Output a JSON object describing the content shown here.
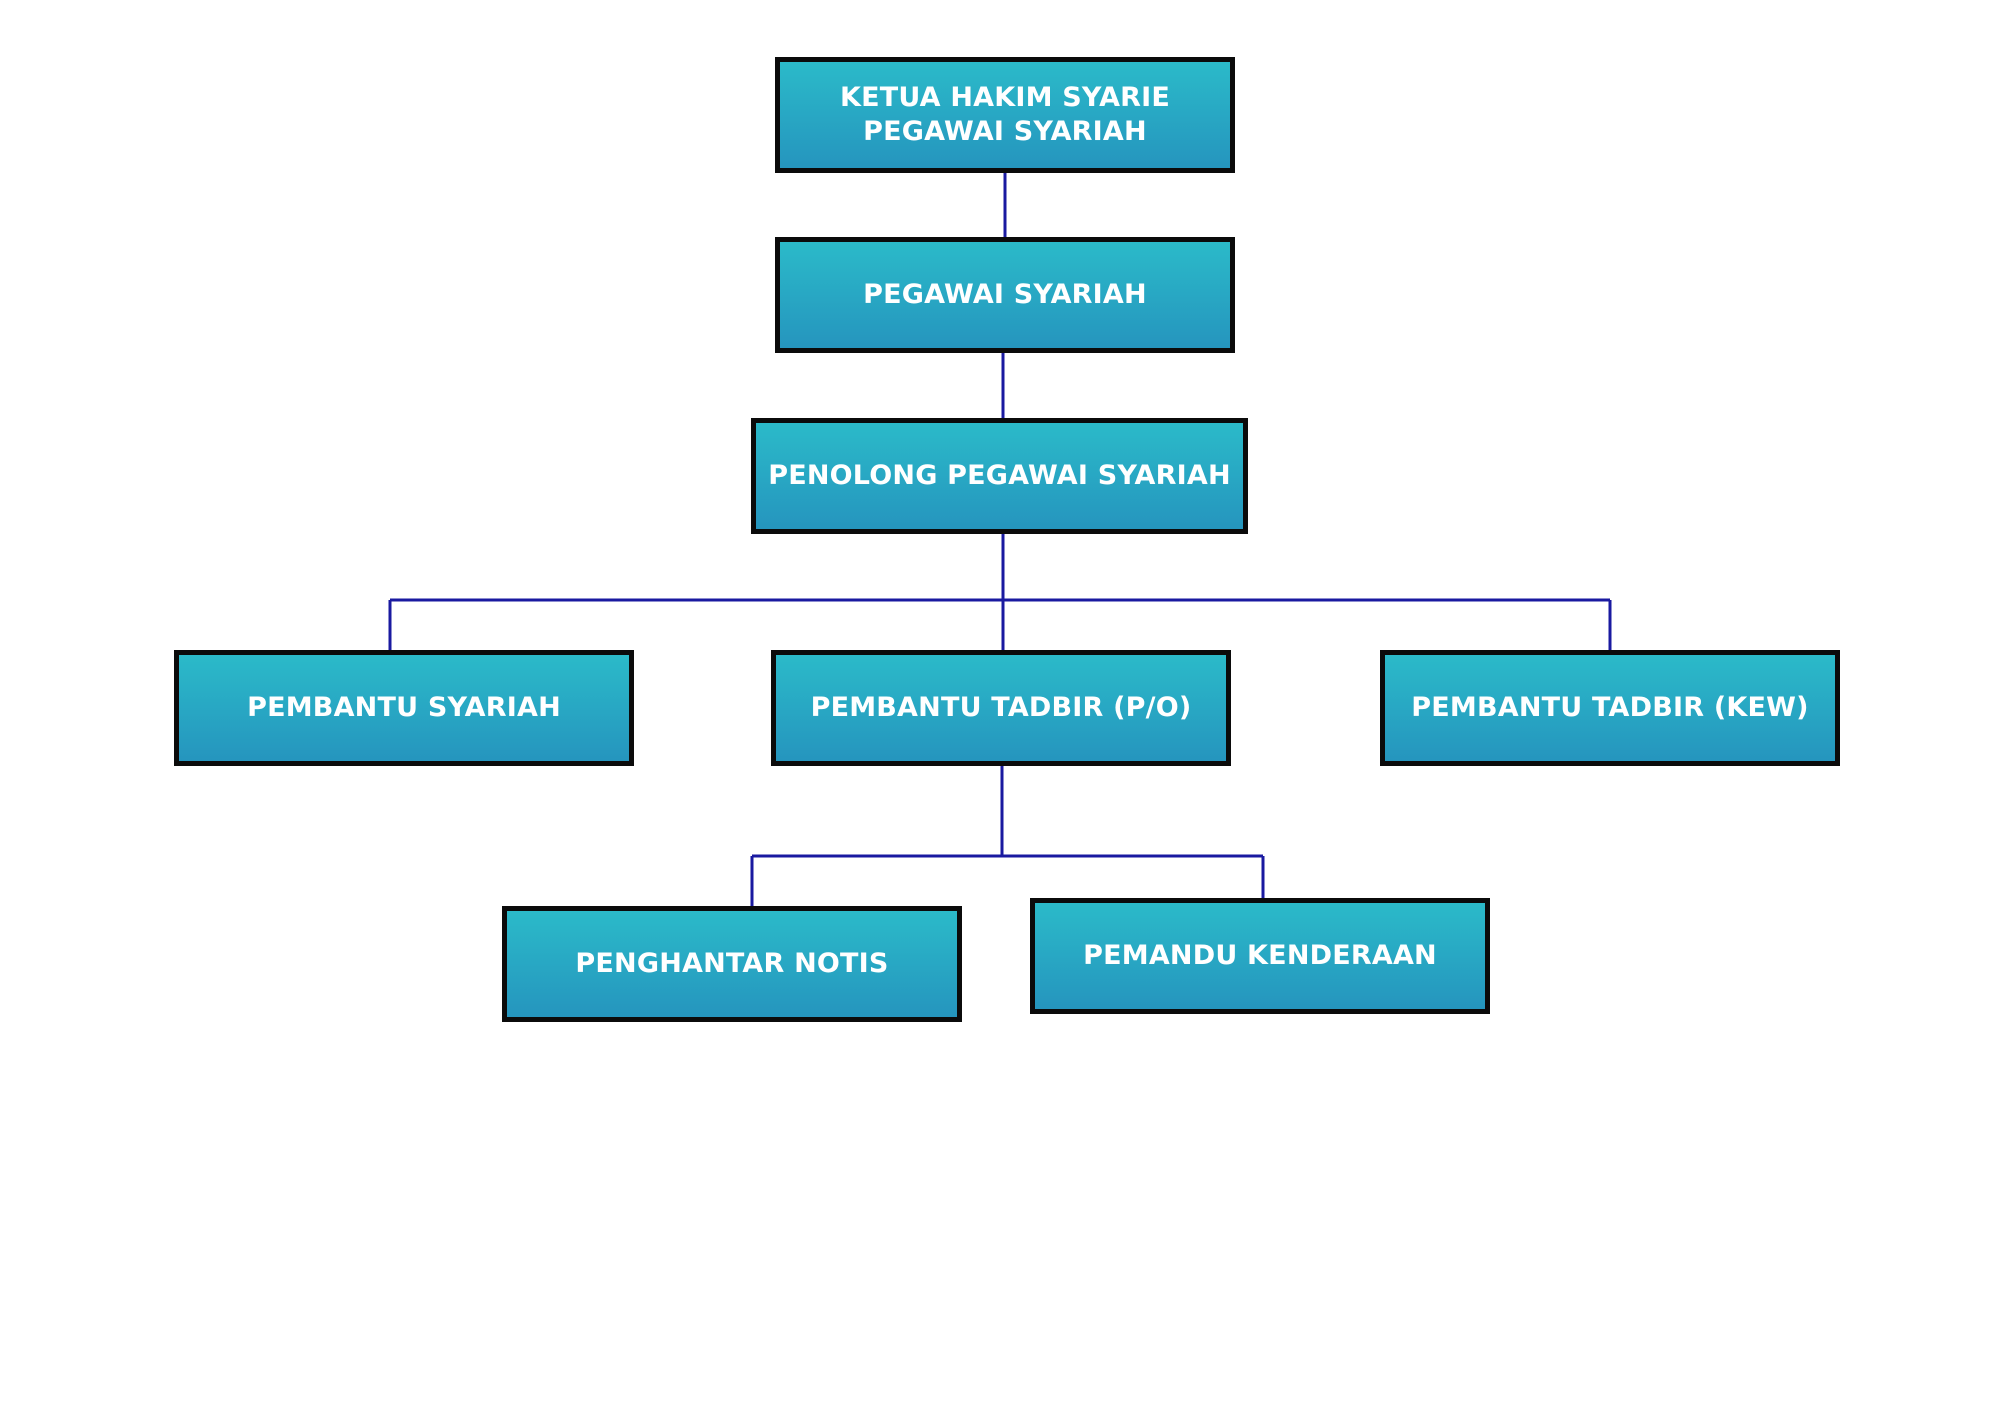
{
  "diagram": {
    "nodes": {
      "ketua_hakim": {
        "line1": "KETUA HAKIM SYARIE",
        "line2": "PEGAWAI SYARIAH"
      },
      "pegawai_syariah": "PEGAWAI SYARIAH",
      "penolong_pegawai_syariah": "PENOLONG PEGAWAI SYARIAH",
      "pembantu_syariah": "PEMBANTU SYARIAH",
      "pembantu_tadbir_po": "PEMBANTU TADBIR (P/O)",
      "pembantu_tadbir_kew": "PEMBANTU TADBIR (KEW)",
      "penghantar_notis": "PENGHANTAR NOTIS",
      "pemandu_kenderaan": "PEMANDU KENDERAAN"
    },
    "edges": [
      [
        "ketua_hakim",
        "pegawai_syariah"
      ],
      [
        "pegawai_syariah",
        "penolong_pegawai_syariah"
      ],
      [
        "penolong_pegawai_syariah",
        "pembantu_syariah"
      ],
      [
        "penolong_pegawai_syariah",
        "pembantu_tadbir_po"
      ],
      [
        "penolong_pegawai_syariah",
        "pembantu_tadbir_kew"
      ],
      [
        "pembantu_tadbir_po",
        "penghantar_notis"
      ],
      [
        "pembantu_tadbir_po",
        "pemandu_kenderaan"
      ]
    ],
    "colors": {
      "box_fill_top": "#2bbac9",
      "box_fill_bottom": "#2595be",
      "box_border": "#0b0b0b",
      "box_text": "#ffffff",
      "connector": "#1a1aa0"
    }
  }
}
